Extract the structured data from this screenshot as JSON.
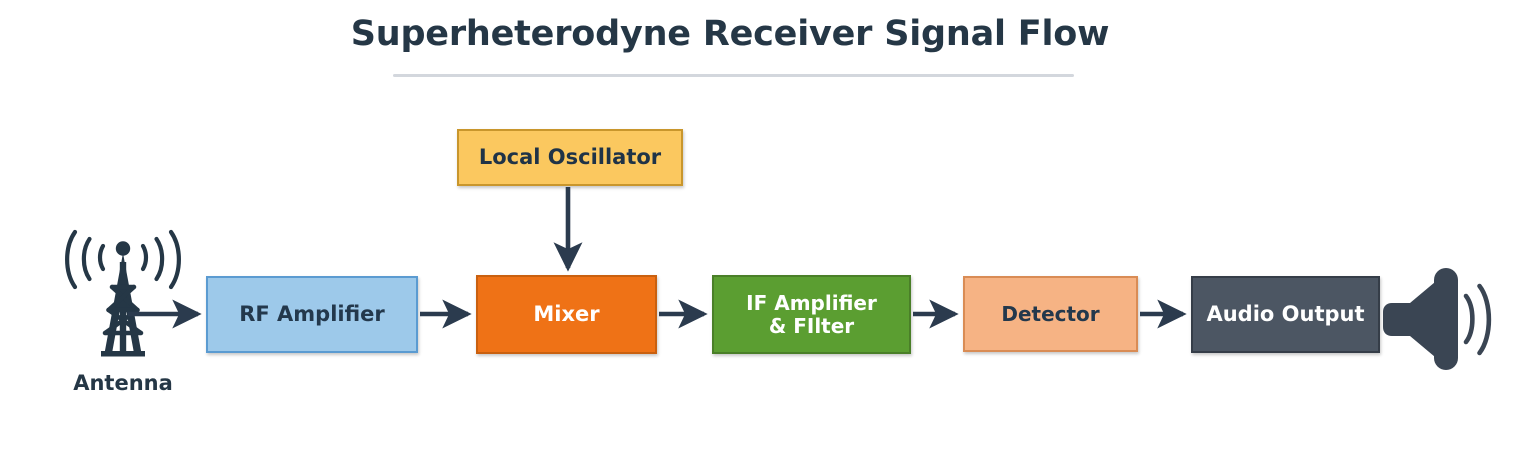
{
  "diagram": {
    "title": "Superheterodyne Receiver Signal Flow",
    "background_color": "#ffffff",
    "rule_color": "#d3d7dd",
    "arrow_color": "#2b3b4e",
    "blocks": [
      {
        "id": "local-oscillator",
        "label": "Local Oscillator",
        "fill": "#fbc85f",
        "border": "#c9962c",
        "text_color": "#1f3347"
      },
      {
        "id": "rf-amplifier",
        "label": "RF Amplifier",
        "fill": "#9dc9ea",
        "border": "#5b9bd1",
        "text_color": "#23384c"
      },
      {
        "id": "mixer",
        "label": "Mixer",
        "fill": "#ef7216",
        "border": "#c9600f",
        "text_color": "#ffffff"
      },
      {
        "id": "if-amplifier-filter",
        "label_line1": "IF Amplifier",
        "label_line2": "& FIlter",
        "fill": "#5b9e31",
        "border": "#4a7f28",
        "text_color": "#ffffff"
      },
      {
        "id": "detector",
        "label": "Detector",
        "fill": "#f6b384",
        "border": "#d98c55",
        "text_color": "#23384c"
      },
      {
        "id": "audio-output",
        "label": "Audio Output",
        "fill": "#4c5663",
        "border": "#353d48",
        "text_color": "#ffffff"
      }
    ],
    "antenna": {
      "label": "Antenna",
      "icon": "antenna-tower-icon",
      "color": "#253746",
      "wave_arcs": 3
    },
    "speaker": {
      "icon": "speaker-icon",
      "color": "#3a4553",
      "wave_arcs": 2
    },
    "connections": [
      {
        "from": "antenna",
        "to": "rf-amplifier",
        "direction": "horizontal"
      },
      {
        "from": "rf-amplifier",
        "to": "mixer",
        "direction": "horizontal"
      },
      {
        "from": "local-oscillator",
        "to": "mixer",
        "direction": "vertical"
      },
      {
        "from": "mixer",
        "to": "if-amplifier-filter",
        "direction": "horizontal"
      },
      {
        "from": "if-amplifier-filter",
        "to": "detector",
        "direction": "horizontal"
      },
      {
        "from": "detector",
        "to": "audio-output",
        "direction": "horizontal"
      },
      {
        "from": "audio-output",
        "to": "speaker",
        "direction": "horizontal"
      }
    ]
  }
}
